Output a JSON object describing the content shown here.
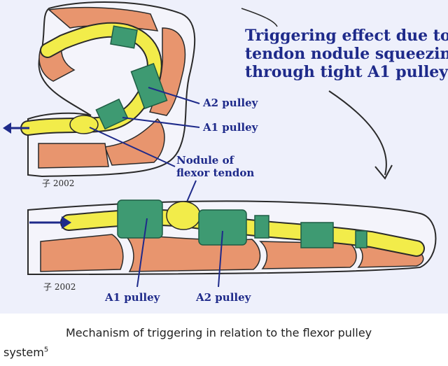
{
  "figure": {
    "title_lines": [
      "Triggering effect due to",
      "tendon nodule squeezing",
      "through  tight A1 pulley"
    ],
    "labels": {
      "a2_pulley_top": "A2 pulley",
      "a1_pulley_top": "A1 pulley",
      "nodule_line1": "Nodule of",
      "nodule_line2": "flexor tendon",
      "a1_pulley_bottom": "A1 pulley",
      "a2_pulley_bottom": "A2 pulley"
    },
    "signatures": [
      "子 2002",
      "子 2002"
    ],
    "colors": {
      "background": "#eef0fb",
      "bone": "#e8956e",
      "tendon": "#f2ec4a",
      "pulley": "#3e9a72",
      "label_blue": "#1e2a8a",
      "outline": "#2a2a2a"
    }
  },
  "caption": {
    "line1": "Mechanism of triggering in relation to the flexor pulley",
    "line2": "system",
    "footnote": "5"
  }
}
